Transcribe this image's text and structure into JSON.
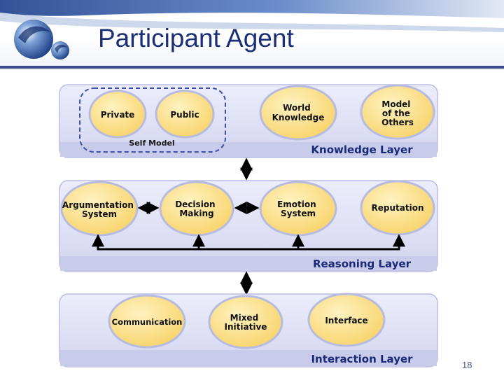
{
  "slide": {
    "title": "Participant Agent",
    "page_number": "18"
  },
  "diagram": {
    "layers": {
      "knowledge": {
        "label": "Knowledge Layer",
        "self_model_label": "Self Model",
        "nodes": {
          "private": "Private",
          "public": "Public",
          "world_knowledge": [
            "World",
            "Knowledge"
          ],
          "model_of_others": [
            "Model",
            "of the",
            "Others"
          ]
        }
      },
      "reasoning": {
        "label": "Reasoning Layer",
        "nodes": {
          "argumentation": [
            "Argumentation",
            "System"
          ],
          "decision": [
            "Decision",
            "Making"
          ],
          "emotion": [
            "Emotion",
            "System"
          ],
          "reputation": "Reputation"
        }
      },
      "interaction": {
        "label": "Interaction Layer",
        "nodes": {
          "communication": "Communication",
          "mixed_initiative": [
            "Mixed",
            "Initiative"
          ],
          "interface": "Interface"
        }
      }
    }
  },
  "colors": {
    "layer_fill": "#dcddf4",
    "layer_strip": "#c9cbe8",
    "node_fill": "#fbe08a",
    "node_stroke": "#b8bbe0",
    "layer_label": "#1a2a78",
    "title": "#1a2f78"
  }
}
